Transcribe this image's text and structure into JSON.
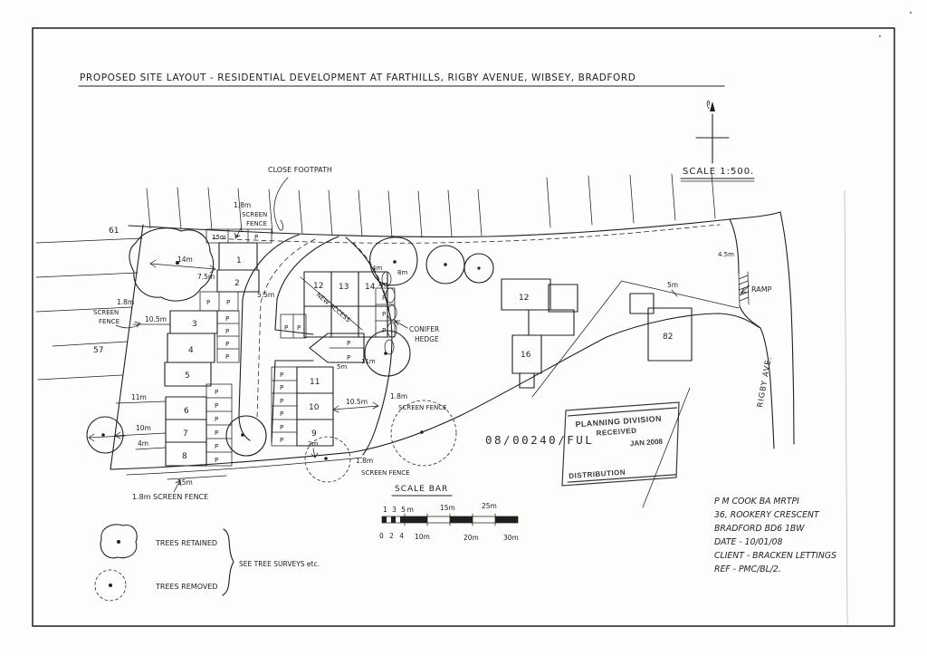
{
  "title": "PROPOSED SITE LAYOUT - RESIDENTIAL DEVELOPMENT AT FARTHILLS, RIGBY AVENUE, WIBSEY, BRADFORD",
  "misc": {
    "close_footpath": "CLOSE FOOTPATH",
    "new_access": "NEW ACCESS",
    "conifer_1": "CONIFER",
    "conifer_2": "HEDGE",
    "ramp": "RAMP",
    "rigby": "RIGBY AVE.",
    "scale": "SCALE 1:500.",
    "p": "P"
  },
  "dims": {
    "d2": "2m",
    "d4": "4m",
    "d45": "4.5m",
    "d5": "5m",
    "d55": "5.5m",
    "d7": "7m",
    "d75": "7.5m",
    "d8": "8m",
    "d10": "10m",
    "d105": "10.5m",
    "d11": "11m",
    "d14": "14m",
    "d15": "15m"
  },
  "fence": {
    "h": "1.8m",
    "screen": "SCREEN",
    "fence": "FENCE",
    "sf": "SCREEN FENCE",
    "full": "1.8m SCREEN FENCE"
  },
  "plots": {
    "p1": "1",
    "p2": "2",
    "p3": "3",
    "p4": "4",
    "p5": "5",
    "p6": "6",
    "p7": "7",
    "p8": "8",
    "p9": "9",
    "p10": "10",
    "p11": "11",
    "p12": "12",
    "p13": "13",
    "p14": "14"
  },
  "houses": {
    "h12": "12",
    "h16": "16",
    "h82": "82"
  },
  "neighbours": {
    "n61": "61",
    "n57": "57"
  },
  "legend": {
    "retained": "TREES RETAINED",
    "removed": "TREES REMOVED",
    "note": "SEE TREE SURVEYS etc."
  },
  "scalebar": {
    "title": "SCALE BAR",
    "t1": "1 3 5m",
    "t2": "15m",
    "t3": "25m",
    "b1": "0 2 4",
    "b2": "10m",
    "b3": "20m",
    "b4": "30m"
  },
  "stamp": {
    "l1": "PLANNING DIVISION",
    "l2": "RECEIVED",
    "ref": "08/00240/FUL",
    "date": "JAN 2008",
    "dist": "DISTRIBUTION"
  },
  "notes": {
    "l1": "P M COOK BA MRTPI",
    "l2": "36, ROOKERY CRESCENT",
    "l3": "BRADFORD BD6 1BW",
    "l4": "DATE - 10/01/08",
    "l5": "CLIENT - BRACKEN LETTINGS",
    "l6": "REF - PMC/BL/2."
  },
  "colors": {
    "ink": "#1f1f1f",
    "paper": "#fdfdfb",
    "stamp_ink": "#383838"
  }
}
